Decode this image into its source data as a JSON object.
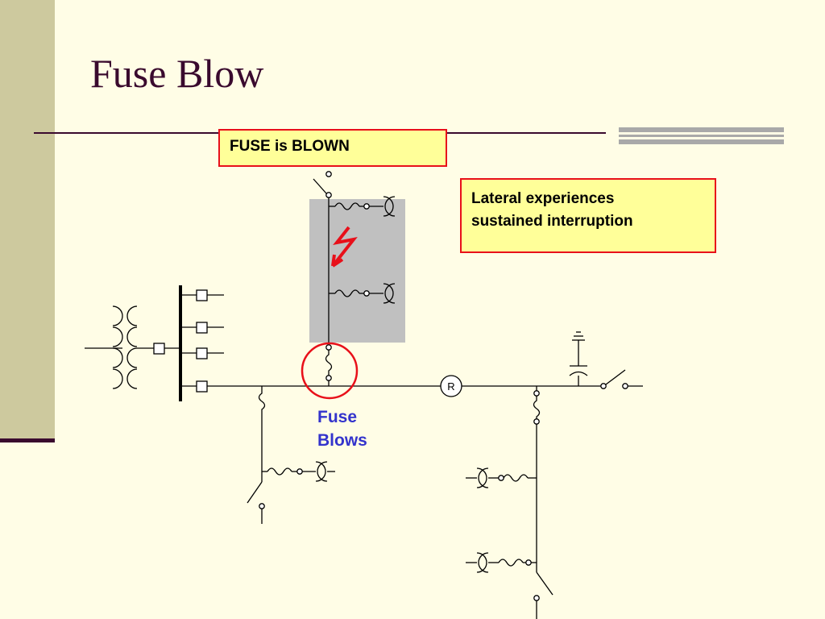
{
  "slide": {
    "title": "Fuse Blow",
    "colors": {
      "background": "#fffde6",
      "title": "#3a0a2e",
      "callout_fill": "#ffff99",
      "callout_border": "#e8101a",
      "label_blue": "#3333cc",
      "faulted_zone": "#c0c0c0"
    }
  },
  "callouts": {
    "fuse_status": "FUSE is BLOWN",
    "lateral_line1": "Lateral experiences",
    "lateral_line2": "sustained interruption"
  },
  "diagram": {
    "fuse_label_line1": "Fuse",
    "fuse_label_line2": "Blows",
    "recloser_label": "R",
    "icons": [
      "transformer-icon",
      "bus-bar",
      "breaker-icon",
      "fuse-icon",
      "switch-icon",
      "recloser-icon",
      "capacitor-icon",
      "lightning-fault-icon",
      "load-transformer-icon"
    ]
  }
}
